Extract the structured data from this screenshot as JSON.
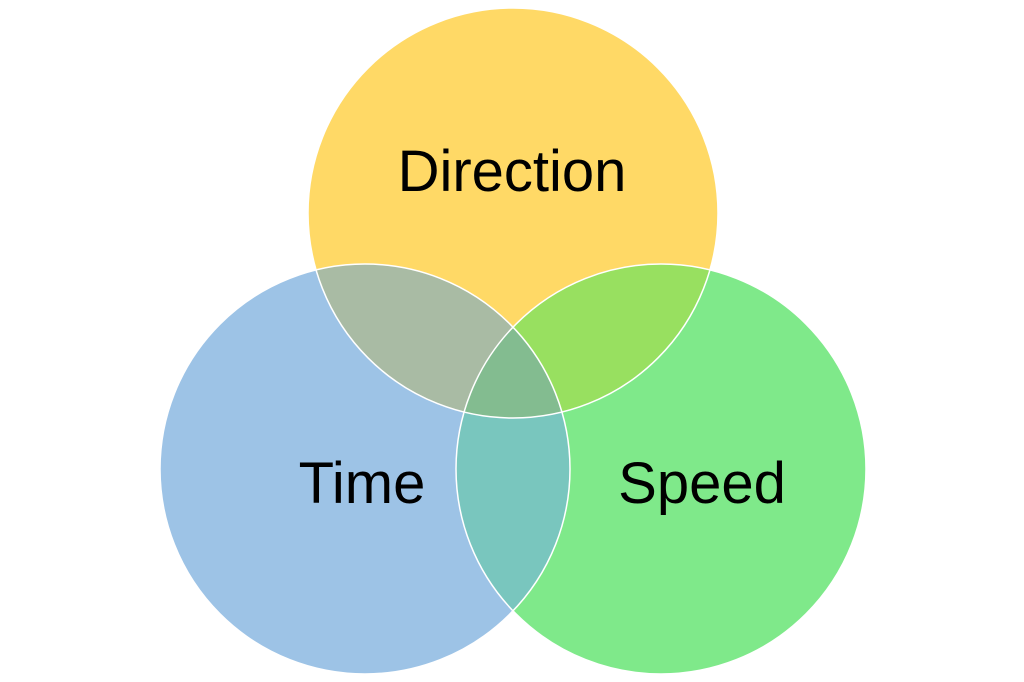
{
  "diagram": {
    "type": "venn",
    "sets": [
      {
        "id": "direction",
        "label": "Direction",
        "color": "#FFD966"
      },
      {
        "id": "time",
        "label": "Time",
        "color": "#9DC3E6"
      },
      {
        "id": "speed",
        "label": "Speed",
        "color": "#7FE98A"
      }
    ],
    "overlap_colors": {
      "direction_time": "#A9BBA4",
      "direction_speed": "#98E060",
      "time_speed": "#79C6BE",
      "all_three": "#83BC90"
    }
  }
}
